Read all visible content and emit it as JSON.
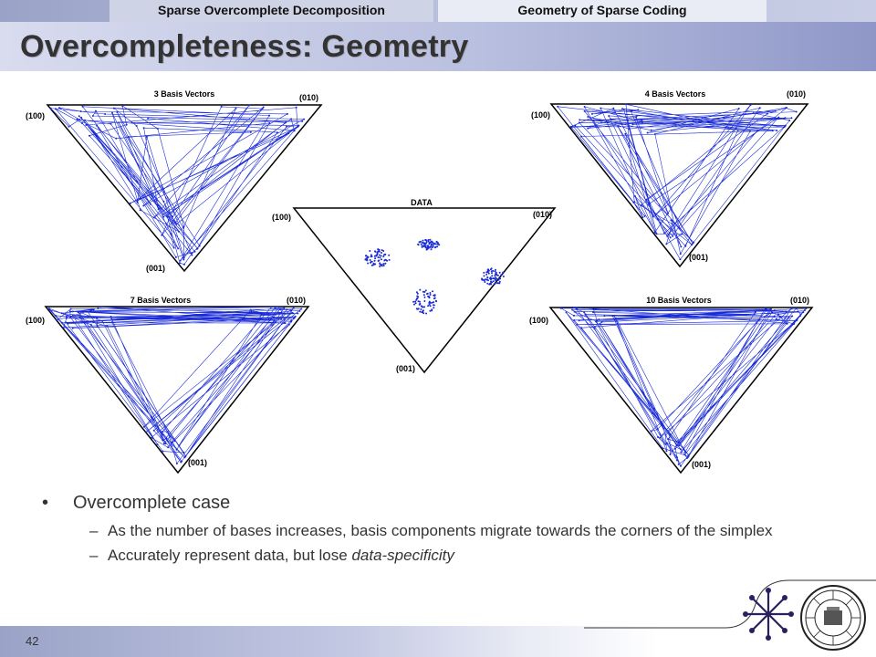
{
  "header": {
    "tab_left": "Sparse Overcomplete Decomposition",
    "tab_right": "Geometry of Sparse Coding",
    "title": "Overcompleteness: Geometry"
  },
  "figures": {
    "labels": {
      "c100": "(100)",
      "c010": "(010)",
      "c001": "(001)"
    },
    "panels": [
      {
        "id": "p3",
        "title": "3 Basis Vectors"
      },
      {
        "id": "p4",
        "title": "4 Basis Vectors"
      },
      {
        "id": "pdata",
        "title": "DATA"
      },
      {
        "id": "p7",
        "title": "7 Basis Vectors"
      },
      {
        "id": "p10",
        "title": "10 Basis Vectors"
      }
    ],
    "line_color": "#1a2bd6"
  },
  "body": {
    "bullet_main": "Overcomplete case",
    "sub1": "As the number of bases increases, basis components migrate towards the corners of the simplex",
    "sub2_prefix": "Accurately represent data, but lose ",
    "sub2_em": "data-specificity"
  },
  "footer": {
    "page_number": "42"
  }
}
